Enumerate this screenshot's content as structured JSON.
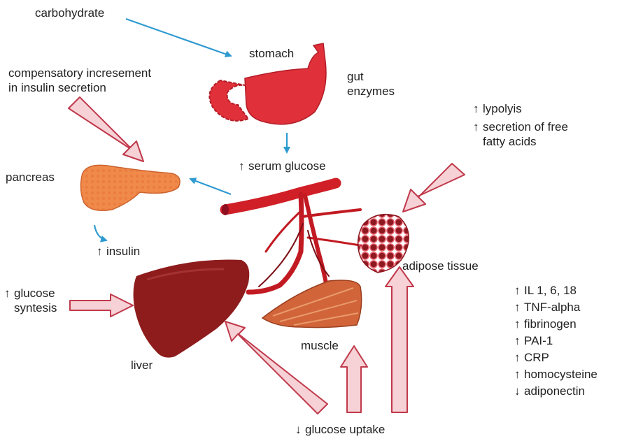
{
  "labels": {
    "carbohydrate": "carbohydrate",
    "stomach": "stomach",
    "gut_enzymes": "gut\nenzymes",
    "compensatory": "compensatory incresement\nin insulin secretion",
    "pancreas": "pancreas",
    "serum_glucose": "serum glucose",
    "insulin": "insulin",
    "glucose_syntesis": "glucose\nsyntesis",
    "adipose_tissue": "adipose tissue",
    "muscle": "muscle",
    "liver": "liver",
    "glucose_uptake": "glucose uptake",
    "lypolysis": "lypolyis",
    "secretion_ffa": "secretion of free\nfatty acids"
  },
  "markers": {
    "up": "↑",
    "down": "↓"
  },
  "inflammation_markers": [
    {
      "dir": "↑",
      "text": "IL 1, 6, 18"
    },
    {
      "dir": "↑",
      "text": "TNF-alpha"
    },
    {
      "dir": "↑",
      "text": "fibrinogen"
    },
    {
      "dir": "↑",
      "text": "PAI-1"
    },
    {
      "dir": "↑",
      "text": "CRP"
    },
    {
      "dir": "↑",
      "text": "homocysteine"
    },
    {
      "dir": "↓",
      "text": "adiponectin"
    }
  ],
  "colors": {
    "blue_arrow": "#2e9ad0",
    "block_arrow_fill": "#f6d2d6",
    "block_arrow_stroke": "#c0394b",
    "stomach": "#e0303a",
    "pancreas": "#f08a4b",
    "liver": "#8e1c1c",
    "vessel": "#d01f27",
    "muscle": "#d2643a",
    "adipose": "#a8242f"
  },
  "icons": [
    "stomach-icon",
    "pancreas-icon",
    "liver-icon",
    "muscle-icon",
    "adipose-icon",
    "blood-vessel-icon"
  ]
}
